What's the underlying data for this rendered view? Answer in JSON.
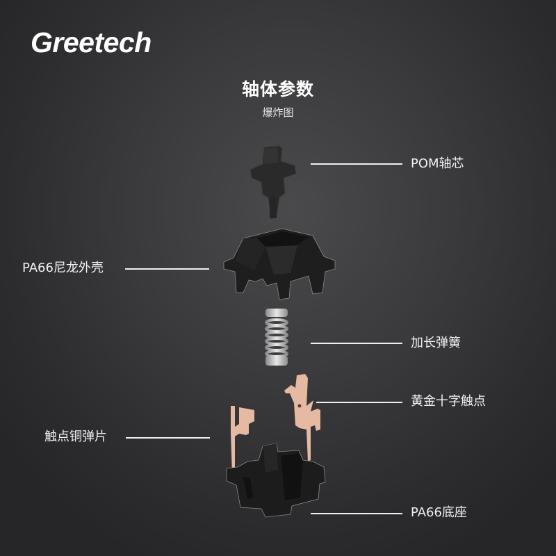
{
  "brand": {
    "name": "Greetech"
  },
  "header": {
    "title": "轴体参数",
    "subtitle": "爆炸图"
  },
  "parts": [
    {
      "id": "stem",
      "label": "POM轴芯",
      "side": "right",
      "material": "POM",
      "color": "#2a2a2a"
    },
    {
      "id": "top-housing",
      "label": "PA66尼龙外壳",
      "side": "left",
      "material": "PA66",
      "color": "#1c1c1c"
    },
    {
      "id": "spring",
      "label": "加长弹簧",
      "side": "right",
      "color": "#c8c8c8"
    },
    {
      "id": "gold-cross-contact",
      "label": "黄金十字触点",
      "side": "right",
      "color": "#e6b9a2"
    },
    {
      "id": "copper-leaf",
      "label": "触点铜弹片",
      "side": "left",
      "color": "#e6b9a2"
    },
    {
      "id": "bottom-housing",
      "label": "PA66底座",
      "side": "right",
      "material": "PA66",
      "color": "#1c1c1c"
    }
  ],
  "colors": {
    "background_center": "#4a4a4c",
    "background_edge": "#262628",
    "text": "#ffffff",
    "leader_line": "#f0f0f0",
    "plastic": "#1c1c1c",
    "copper": "#e6b9a2"
  }
}
